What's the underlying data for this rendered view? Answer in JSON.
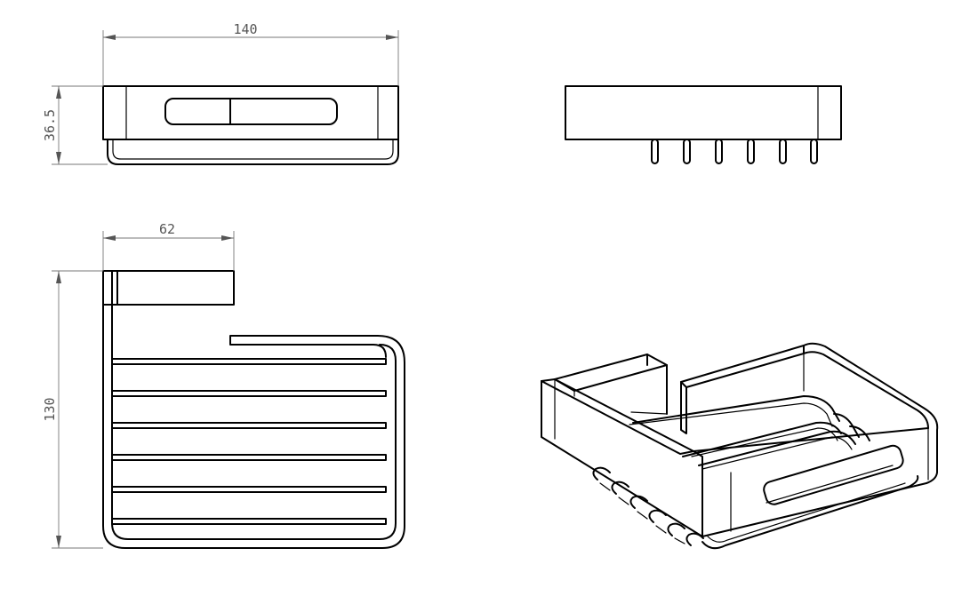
{
  "drawing": {
    "dimensions": {
      "top_width": "140",
      "top_height": "36.5",
      "side_width": "62",
      "side_height": "130"
    }
  }
}
